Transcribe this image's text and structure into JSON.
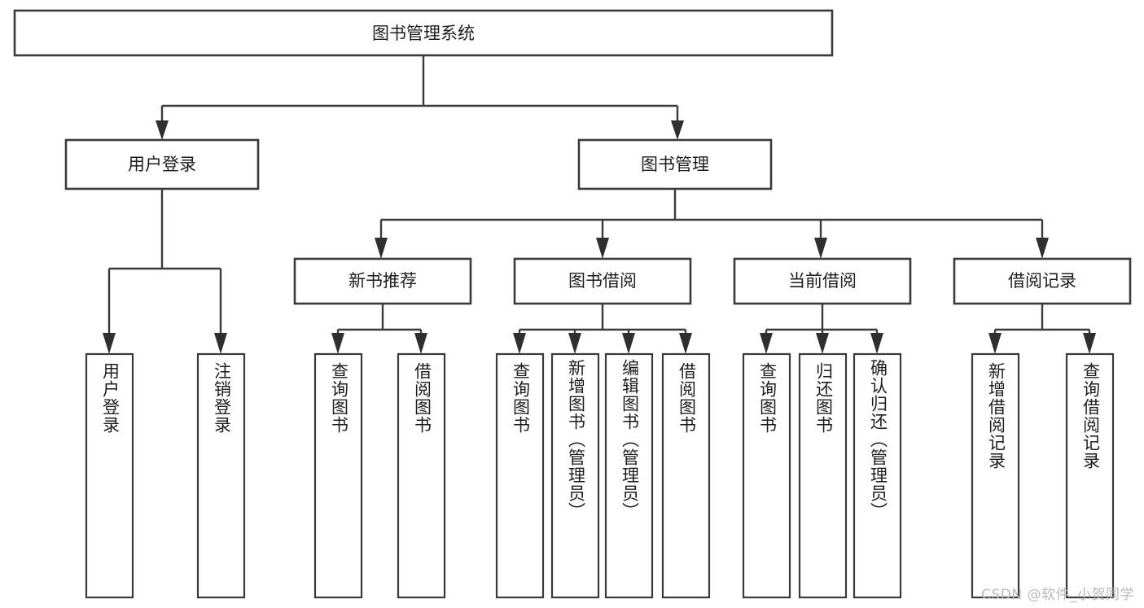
{
  "diagram": {
    "type": "tree-hierarchy-flowchart",
    "orientation": "top-down",
    "root": {
      "label": "图书管理系统"
    },
    "level2": [
      {
        "label": "用户登录"
      },
      {
        "label": "图书管理"
      }
    ],
    "level3": [
      {
        "label": "新书推荐"
      },
      {
        "label": "图书借阅"
      },
      {
        "label": "当前借阅"
      },
      {
        "label": "借阅记录"
      }
    ],
    "leaves": {
      "user_login": [
        {
          "label": "用户登录"
        },
        {
          "label": "注销登录"
        }
      ],
      "new_book_recommend": [
        {
          "label": "查询图书"
        },
        {
          "label": "借阅图书"
        }
      ],
      "book_borrow": [
        {
          "label": "查询图书"
        },
        {
          "label": "新增图书（管理员）"
        },
        {
          "label": "编辑图书（管理员）"
        },
        {
          "label": "借阅图书"
        }
      ],
      "current_borrow": [
        {
          "label": "查询图书"
        },
        {
          "label": "归还图书"
        },
        {
          "label": "确认归还（管理员）"
        }
      ],
      "borrow_records": [
        {
          "label": "新增借阅记录"
        },
        {
          "label": "查询借阅记录"
        }
      ]
    }
  },
  "watermark": {
    "text": "CSDN @软件_小贺同学"
  },
  "colors": {
    "box_stroke": "#3a3a3a",
    "connector": "#3a3a3a",
    "text": "#1d1d1d",
    "background": "#ffffff",
    "watermark": "#b9b9b9"
  }
}
